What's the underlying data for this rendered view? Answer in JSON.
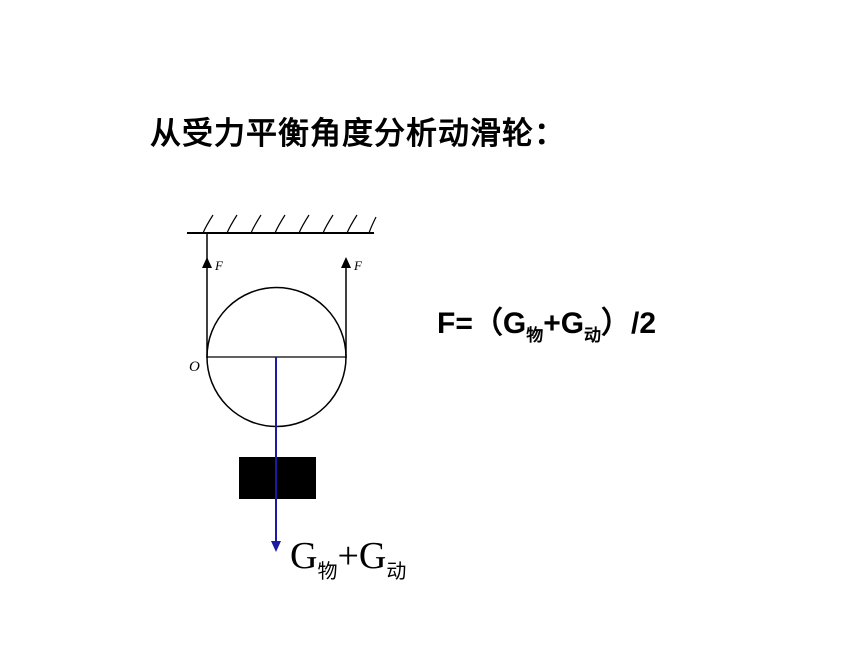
{
  "title": "从受力平衡角度分析动滑轮：",
  "formula": {
    "prefix": "F=（G",
    "sub1": "物",
    "plus": "+G",
    "sub2": "动",
    "suffix": "）/2"
  },
  "diagram": {
    "force_label_left": "F",
    "force_label_right": "F",
    "pivot_label": "O",
    "weight_label": {
      "g1": "G",
      "sub1": "物",
      "plus": "+G",
      "sub2": "动"
    },
    "colors": {
      "line": "#000000",
      "gravity_arrow": "#1a1aa6",
      "block": "#000000"
    }
  }
}
